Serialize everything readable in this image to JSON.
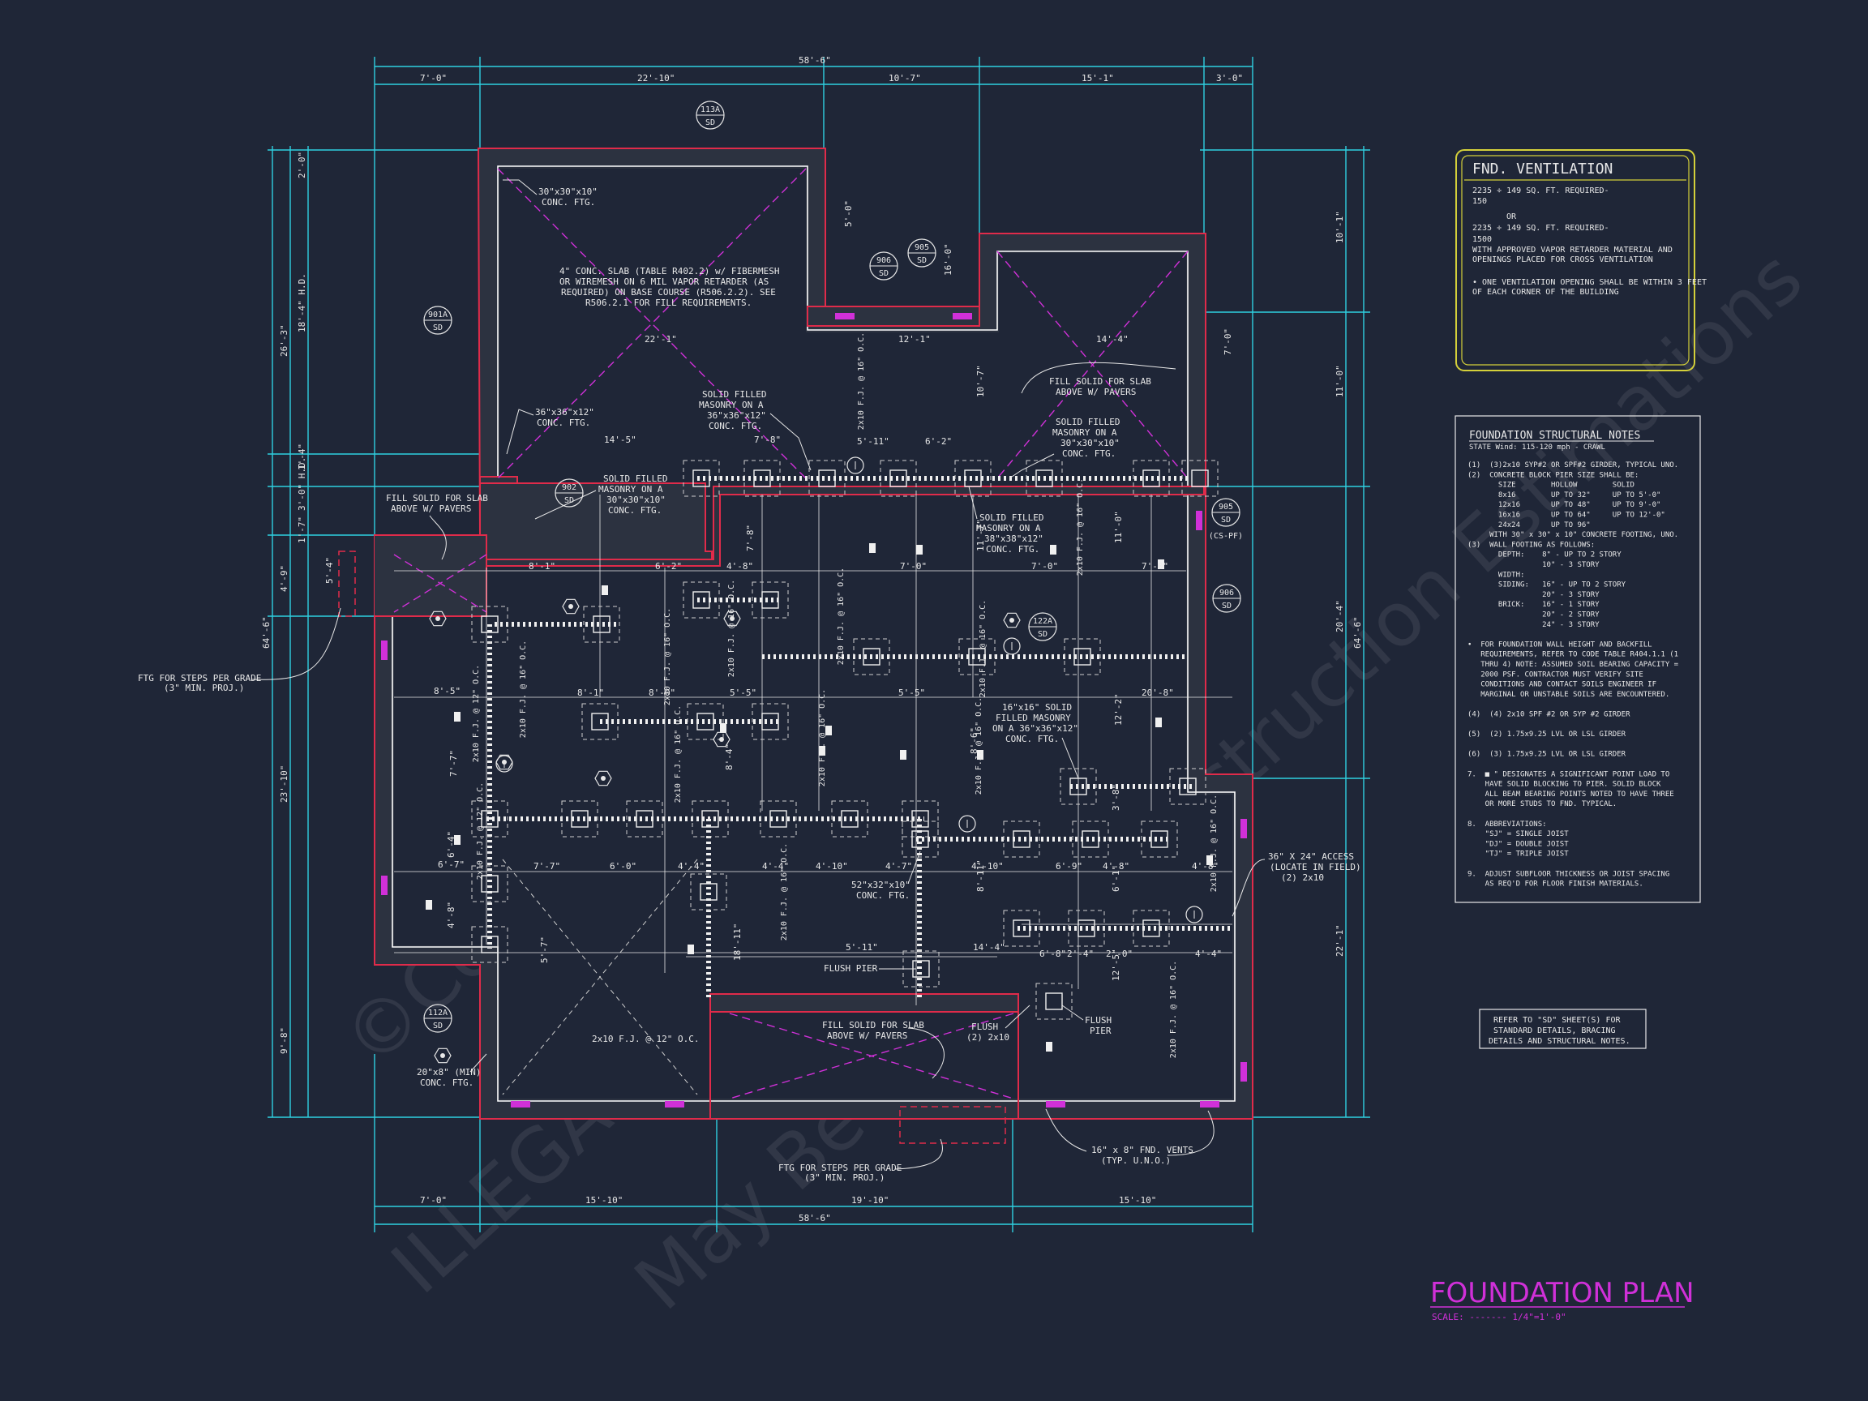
{
  "title": "FOUNDATION PLAN",
  "scale": "SCALE: ------- 1/4\"=1'-0\"",
  "ventilation": {
    "heading": "FND. VENTILATION",
    "lines": [
      "2235 ÷ 149 SQ. FT. REQUIRED-",
      "150",
      "OR",
      "2235 ÷ 149 SQ. FT. REQUIRED-",
      "1500",
      "WITH APPROVED VAPOR RETARDER MATERIAL AND",
      "OPENINGS PLACED FOR CROSS VENTILATION",
      "• ONE VENTILATION OPENING SHALL BE WITHIN 3 FEET",
      "  OF EACH CORNER OF THE BUILDING"
    ]
  },
  "notes": {
    "heading": "FOUNDATION STRUCTURAL NOTES",
    "subheading": "STATE Wind: 115-120 mph - CRAWL",
    "lines": [
      "(1)  (3)2x10 SYP#2 OR SPF#2 GIRDER, TYPICAL UNO.",
      "(2)  CONCRETE BLOCK PIER SIZE SHALL BE:",
      "       SIZE        HOLLOW        SOLID",
      "       8x16        UP TO 32\"     UP TO 5'-0\"",
      "       12x16       UP TO 48\"     UP TO 9'-0\"",
      "       16x16       UP TO 64\"     UP TO 12'-0\"",
      "       24x24       UP TO 96\"",
      "     WITH 30\" x 30\" x 10\" CONCRETE FOOTING, UNO.",
      "(3)  WALL FOOTING AS FOLLOWS:",
      "       DEPTH:    8\" - UP TO 2 STORY",
      "                 10\" - 3 STORY",
      "       WIDTH:",
      "       SIDING:   16\" - UP TO 2 STORY",
      "                 20\" - 3 STORY",
      "       BRICK:    16\" - 1 STORY",
      "                 20\" - 2 STORY",
      "                 24\" - 3 STORY",
      "",
      "•  FOR FOUNDATION WALL HEIGHT AND BACKFILL",
      "   REQUIREMENTS, REFER TO CODE TABLE R404.1.1 (1",
      "   THRU 4) NOTE: ASSUMED SOIL BEARING CAPACITY =",
      "   2000 PSF. CONTRACTOR MUST VERIFY SITE",
      "   CONDITIONS AND CONTACT SOILS ENGINEER IF",
      "   MARGINAL OR UNSTABLE SOILS ARE ENCOUNTERED.",
      "",
      "(4)  (4) 2x10 SPF #2 OR SYP #2 GIRDER",
      "",
      "(5)  (2) 1.75x9.25 LVL OR LSL GIRDER",
      "",
      "(6)  (3) 1.75x9.25 LVL OR LSL GIRDER",
      "",
      "7.  ■ \" DESIGNATES A SIGNIFICANT POINT LOAD TO",
      "    HAVE SOLID BLOCKING TO PIER. SOLID BLOCK",
      "    ALL BEAM BEARING POINTS NOTED TO HAVE THREE",
      "    OR MORE STUDS TO FND. TYPICAL.",
      "",
      "8.  ABBREVIATIONS:",
      "    \"SJ\" = SINGLE JOIST",
      "    \"DJ\" = DOUBLE JOIST",
      "    \"TJ\" = TRIPLE JOIST",
      "",
      "9.  ADJUST SUBFLOOR THICKNESS OR JOIST SPACING",
      "    AS REQ'D FOR FLOOR FINISH MATERIALS."
    ]
  },
  "refer_note": [
    "REFER TO \"SD\" SHEET(S) FOR",
    "STANDARD DETAILS, BRACING",
    "DETAILS AND STRUCTURAL NOTES."
  ],
  "dims": {
    "top_overall": "58'-6\"",
    "top_segments": [
      "7'-0\"",
      "22'-10\"",
      "10'-7\"",
      "15'-1\"",
      "3'-0\""
    ],
    "bottom_overall": "58'-6\"",
    "bottom_segments": [
      "7'-0\"",
      "15'-10\"",
      "19'-10\"",
      "15'-10\""
    ],
    "left_overall": "64'-6\"",
    "right_overall": "64'-6\"",
    "right_segments": [
      "10'-1\"",
      "11'-0\"",
      "20'-4\"",
      "22'-1\""
    ],
    "left_segments": [
      "26'-3\"",
      "23'-10\"",
      "4'-9\"",
      "9'-8\"",
      "2'-0\"",
      "18'-4\" H.D.",
      "1'-4\"",
      "3'-0\" H.D.",
      "1'-7\"",
      "5'-4\""
    ],
    "interior": [
      "22'-1\"",
      "14'-5\"",
      "7'-8\"",
      "12'-1\"",
      "14'-4\"",
      "5'-11\"",
      "6'-2\"",
      "8'-1\"",
      "6'-2\"",
      "4'-8\"",
      "7'-0\"",
      "7'-0\"",
      "7'-0\"",
      "8'-1\"",
      "8'-0\"",
      "5'-5\"",
      "5'-5\"",
      "20'-8\"",
      "8'-5\"",
      "7'-7\"",
      "6'-0\"",
      "4'-4\"",
      "4'-4\"",
      "4'-10\"",
      "4'-7\"",
      "4'-10\"",
      "6'-9\"",
      "4'-8\"",
      "4'-8\"",
      "5'-11\"",
      "14'-4\"",
      "6'-8\"",
      "2'-4\"",
      "2'-0\"",
      "4'-4\"",
      "6'-7\"",
      "7'-7\"",
      "6'-4\"",
      "4'-8\"",
      "5'-7\"",
      "18'-11\"",
      "7'-8\"",
      "8'-4\"",
      "8'-6\"",
      "12'-2\"",
      "8'-11\"",
      "3'-8\"",
      "6'-1\"",
      "12'-5\"",
      "11'-0\"",
      "11'-7\"",
      "10'-7\"",
      "5'-0\"",
      "16'-0\"",
      "7'-0\""
    ]
  },
  "tags": [
    {
      "num": "113A",
      "sheet": "SD"
    },
    {
      "num": "901A",
      "sheet": "SD"
    },
    {
      "num": "906",
      "sheet": "SD"
    },
    {
      "num": "905",
      "sheet": "SD"
    },
    {
      "num": "902",
      "sheet": "SD"
    },
    {
      "num": "905",
      "sheet": "SD",
      "extra": "(CS-PF)"
    },
    {
      "num": "906",
      "sheet": "SD"
    },
    {
      "num": "122A",
      "sheet": "SD"
    },
    {
      "num": "112A",
      "sheet": "SD"
    }
  ],
  "callouts": {
    "ftg_30": [
      "30\"x30\"x10\"",
      "CONC. FTG."
    ],
    "slab": [
      "4\" CONC. SLAB (TABLE R402.2) w/ FIBERMESH",
      "OR WIREMESH ON 6 MIL VAPOR RETARDER (AS",
      "REQUIRED) ON BASE COURSE (R506.2.2). SEE",
      "R506.2.1 FOR FILL REQUIREMENTS."
    ],
    "ftg_36": [
      "36\"x36\"x12\"",
      "CONC. FTG."
    ],
    "solid_fill_a": [
      "SOLID FILLED",
      "MASONRY ON A",
      "36\"x36\"x12\"",
      "CONC. FTG."
    ],
    "fill_slab_top": [
      "FILL SOLID FOR SLAB",
      "ABOVE W/ PAVERS"
    ],
    "solid_fill_b": [
      "SOLID FILLED",
      "MASONRY ON A",
      "30\"x30\"x10\"",
      "CONC. FTG."
    ],
    "fill_slab_left": [
      "FILL SOLID FOR SLAB",
      "ABOVE W/ PAVERS"
    ],
    "solid_fill_c": [
      "SOLID FILLED",
      "MASONRY ON A",
      "30\"x30\"x10\"",
      "CONC. FTG."
    ],
    "solid_fill_d": [
      "SOLID FILLED",
      "MASONRY ON A",
      "38\"x38\"x12\"",
      "CONC. FTG."
    ],
    "solid_fill_e": [
      "16\"x16\" SOLID",
      "FILLED MASONRY",
      "ON A 36\"x36\"x12\"",
      "CONC. FTG."
    ],
    "steps_left": [
      "FTG FOR STEPS PER GRADE",
      "(3\" MIN. PROJ.)"
    ],
    "ftg_52": [
      "52\"x32\"x10\"",
      "CONC. FTG."
    ],
    "flush_pier": "FLUSH PIER",
    "fill_slab_bottom": [
      "FILL SOLID FOR SLAB",
      "ABOVE W/ PAVERS"
    ],
    "flush_2x10": [
      "FLUSH",
      "(2) 2x10"
    ],
    "flush_pier_b": [
      "FLUSH",
      "PIER"
    ],
    "access": [
      "36\" X 24\" ACCESS",
      "(LOCATE IN FIELD)",
      "(2) 2x10"
    ],
    "ftg_20": [
      "20\"x8\" (MIN)",
      "CONC. FTG."
    ],
    "steps_bottom": [
      "FTG FOR STEPS PER GRADE",
      "(3\" MIN. PROJ.)"
    ],
    "vents": [
      "16\" x 8\" FND. VENTS",
      "(TYP. U.N.O.)"
    ],
    "joist_labels": [
      "2x10 F.J. @ 16\" O.C.",
      "2x10 F.J. @ 16\" O.C.",
      "2x10 F.J. @ 16\" O.C.",
      "2x10 F.J. @ 16\" O.C.",
      "2x10 F.J. @ 16\" O.C.",
      "2x10 F.J. @ 16\" O.C.",
      "2x10 F.J. @ 16\" O.C.",
      "2x10 F.J. @ 12\" O.C.",
      "2x10 F.J. @ 16\" O.C.",
      "2x10 F.J. @ 16\" O.C.",
      "2x10 F.J. @ 16\" O.C.",
      "2x10 F.J. @ 12\" O.C.",
      "2x10 F.J. @ 12\" O.C.",
      "2x10 F.J. @ 16\" O.C.",
      "2x10 F.J. @ 16\" O.C.",
      "2x10 F.J. @ 16\" O.C."
    ]
  },
  "watermark": [
    "©Copyright",
    "ILLEGAL TO COPY",
    "May Be Seen In Construction Estimations"
  ],
  "colors": {
    "background": "#1f2637",
    "dimension": "#2fd0e0",
    "wall": "#e02b4a",
    "accent": "#d030d8",
    "note_box": "#d4d03a"
  }
}
